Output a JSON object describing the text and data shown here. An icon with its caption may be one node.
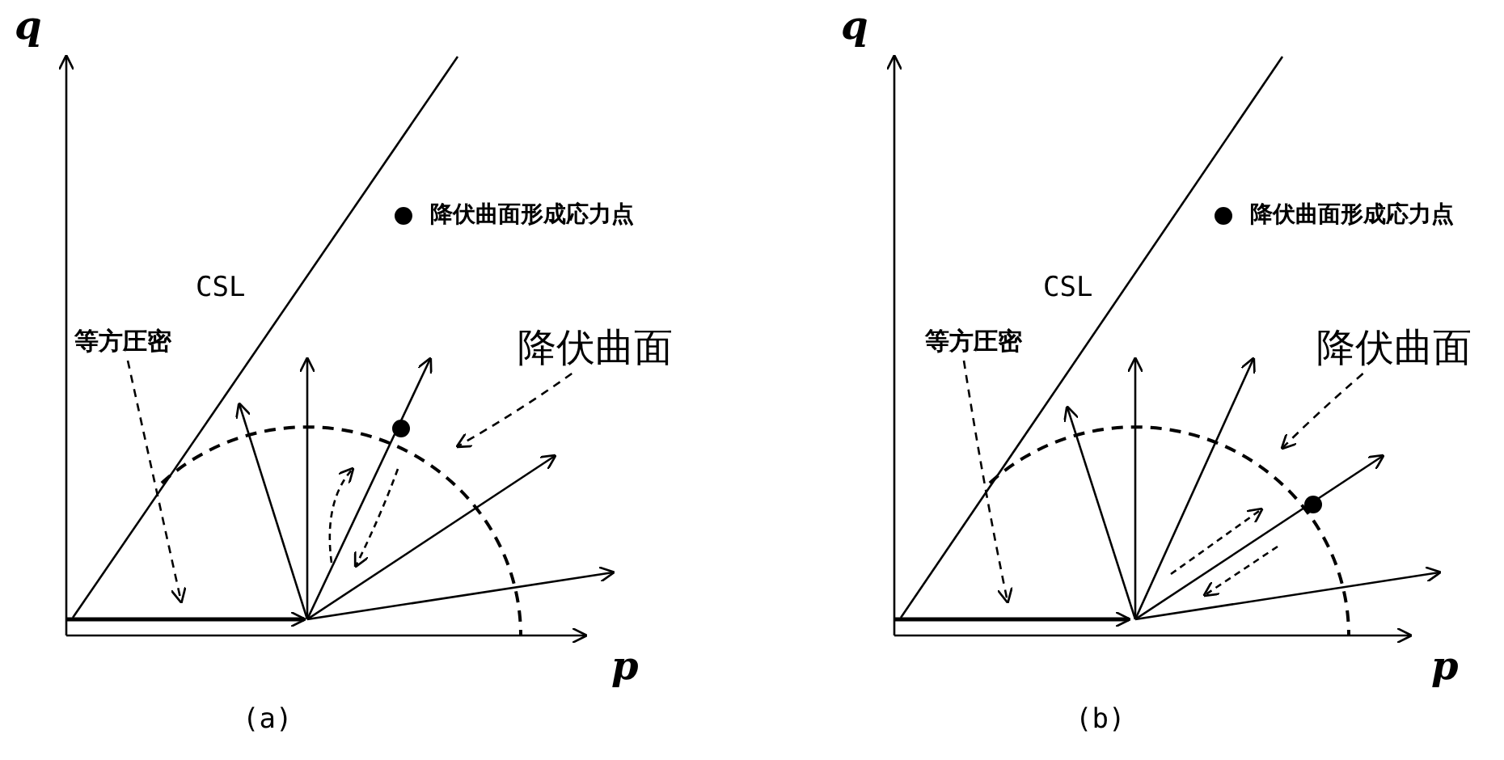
{
  "diagram": {
    "nodes": [
      {
        "text": [
          "等方圧密"
        ]
      },
      {
        "text": [
          "降伏曲面"
        ]
      },
      {
        "text": [
          "等方圧密"
        ]
      },
      {
        "text": [
          "降伏曲面"
        ]
      }
    ],
    "edges": [
      {
        "from": 0,
        "to": null,
        "arrow": "to",
        "style": "dashed"
      },
      {
        "from": 1,
        "to": null,
        "arrow": "to",
        "style": "dashed"
      },
      {
        "from": 2,
        "to": null,
        "arrow": "to",
        "style": "dashed"
      },
      {
        "from": 3,
        "to": null,
        "arrow": "to",
        "style": "dashed"
      }
    ],
    "labels": [
      "q",
      "CSL",
      "p",
      "(a)",
      "q",
      "CSL",
      "p",
      "(b)"
    ],
    "legend": [
      {
        "text": "降伏曲面形成応力点"
      },
      {
        "text": "降伏曲面形成応力点"
      }
    ]
  }
}
